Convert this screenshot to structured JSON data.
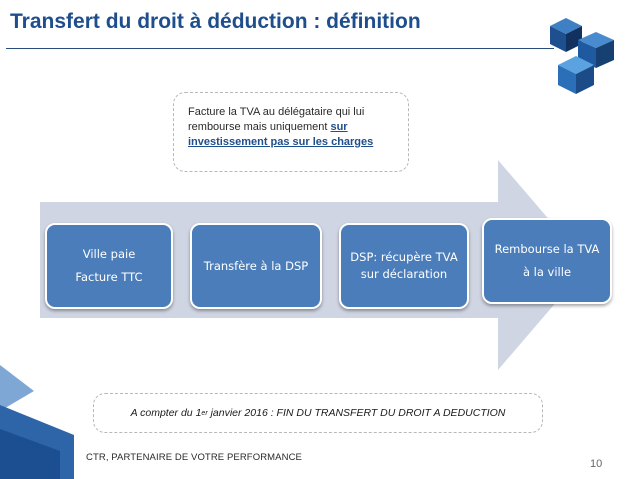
{
  "slide": {
    "title": "Transfert du droit à déduction : définition",
    "note": {
      "prefix": "Facture la TVA au délégataire qui lui rembourse mais uniquement ",
      "highlight": "sur investissement pas sur les charges"
    },
    "steps": [
      {
        "lines": [
          "Ville paie",
          "Facture TTC"
        ]
      },
      {
        "lines": [
          "Transfère à la DSP"
        ]
      },
      {
        "lines": [
          "DSP: récupère TVA",
          "sur déclaration"
        ]
      },
      {
        "lines": [
          "Rembourse la TVA",
          "à la ville"
        ]
      }
    ],
    "banner": {
      "before": "A compter du 1",
      "sup": "er",
      "after": " janvier 2016 : FIN DU TRANSFERT DU DROIT A DEDUCTION"
    },
    "footer": "CTR, PARTENAIRE DE VOTRE PERFORMANCE",
    "page_number": "10"
  },
  "colors": {
    "title": "#1f4e8c",
    "box": "#4a7dba",
    "arrow": "#cfd5e3",
    "accent_dark": "#1f4e8c"
  },
  "icons": {
    "logo": "blue-cubes-logo",
    "arrow": "process-arrow",
    "footer": "blue-corner-shape"
  }
}
